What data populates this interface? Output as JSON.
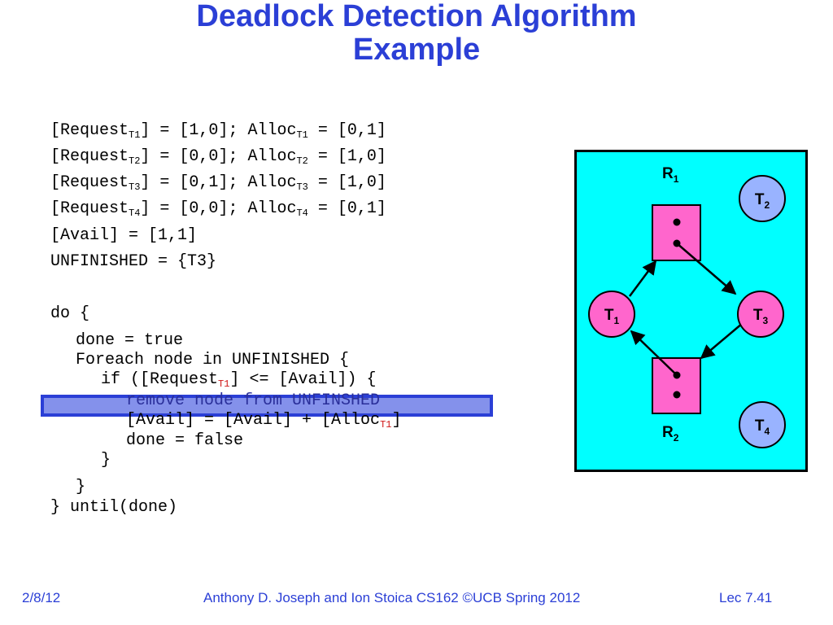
{
  "slide": {
    "title_line1": "Deadlock Detection Algorithm",
    "title_line2": "Example"
  },
  "state_lines": [
    {
      "a": "[Request",
      "s1": "T1",
      "b": "] = [1,0]; Alloc",
      "s2": "T1",
      "c": " = [0,1]"
    },
    {
      "a": "[Request",
      "s1": "T2",
      "b": "] = [0,0]; Alloc",
      "s2": "T2",
      "c": " = [1,0]"
    },
    {
      "a": "[Request",
      "s1": "T3",
      "b": "] = [0,1]; Alloc",
      "s2": "T3",
      "c": " = [1,0]"
    },
    {
      "a": "[Request",
      "s1": "T4",
      "b": "] = [0,0]; Alloc",
      "s2": "T4",
      "c": " = [0,1]"
    }
  ],
  "avail_line": "[Avail] = [1,1]",
  "unfinished_line": "UNFINISHED = {T3}",
  "algorithm": {
    "do_line": "do {",
    "done_true": "done = true",
    "foreach": "Foreach node in UNFINISHED {",
    "if_a": "if ([Request",
    "if_sub": "T1",
    "if_b": "] <= [Avail]) {",
    "remove": "remove node from UNFINSHED",
    "avail_a": "[Avail] = [Avail] + [Alloc",
    "avail_sub": "T1",
    "avail_b": "]",
    "done_false": "done = false",
    "close_if": "}",
    "close_foreach": "}",
    "until": "} until(done)"
  },
  "graph": {
    "colors": {
      "background": "#00ffff",
      "resource": "#ff66cc",
      "thread_active": "#ff66cc",
      "thread_done": "#99b3ff",
      "edge": "#000000"
    },
    "resources": [
      {
        "label": "R",
        "sub": "1"
      },
      {
        "label": "R",
        "sub": "2"
      }
    ],
    "threads": [
      {
        "label": "T",
        "sub": "1"
      },
      {
        "label": "T",
        "sub": "2"
      },
      {
        "label": "T",
        "sub": "3"
      },
      {
        "label": "T",
        "sub": "4"
      }
    ]
  },
  "footer": {
    "date": "2/8/12",
    "credit": "Anthony D. Joseph and Ion Stoica CS162 ©UCB Spring 2012",
    "lecture": "Lec 7.41"
  }
}
